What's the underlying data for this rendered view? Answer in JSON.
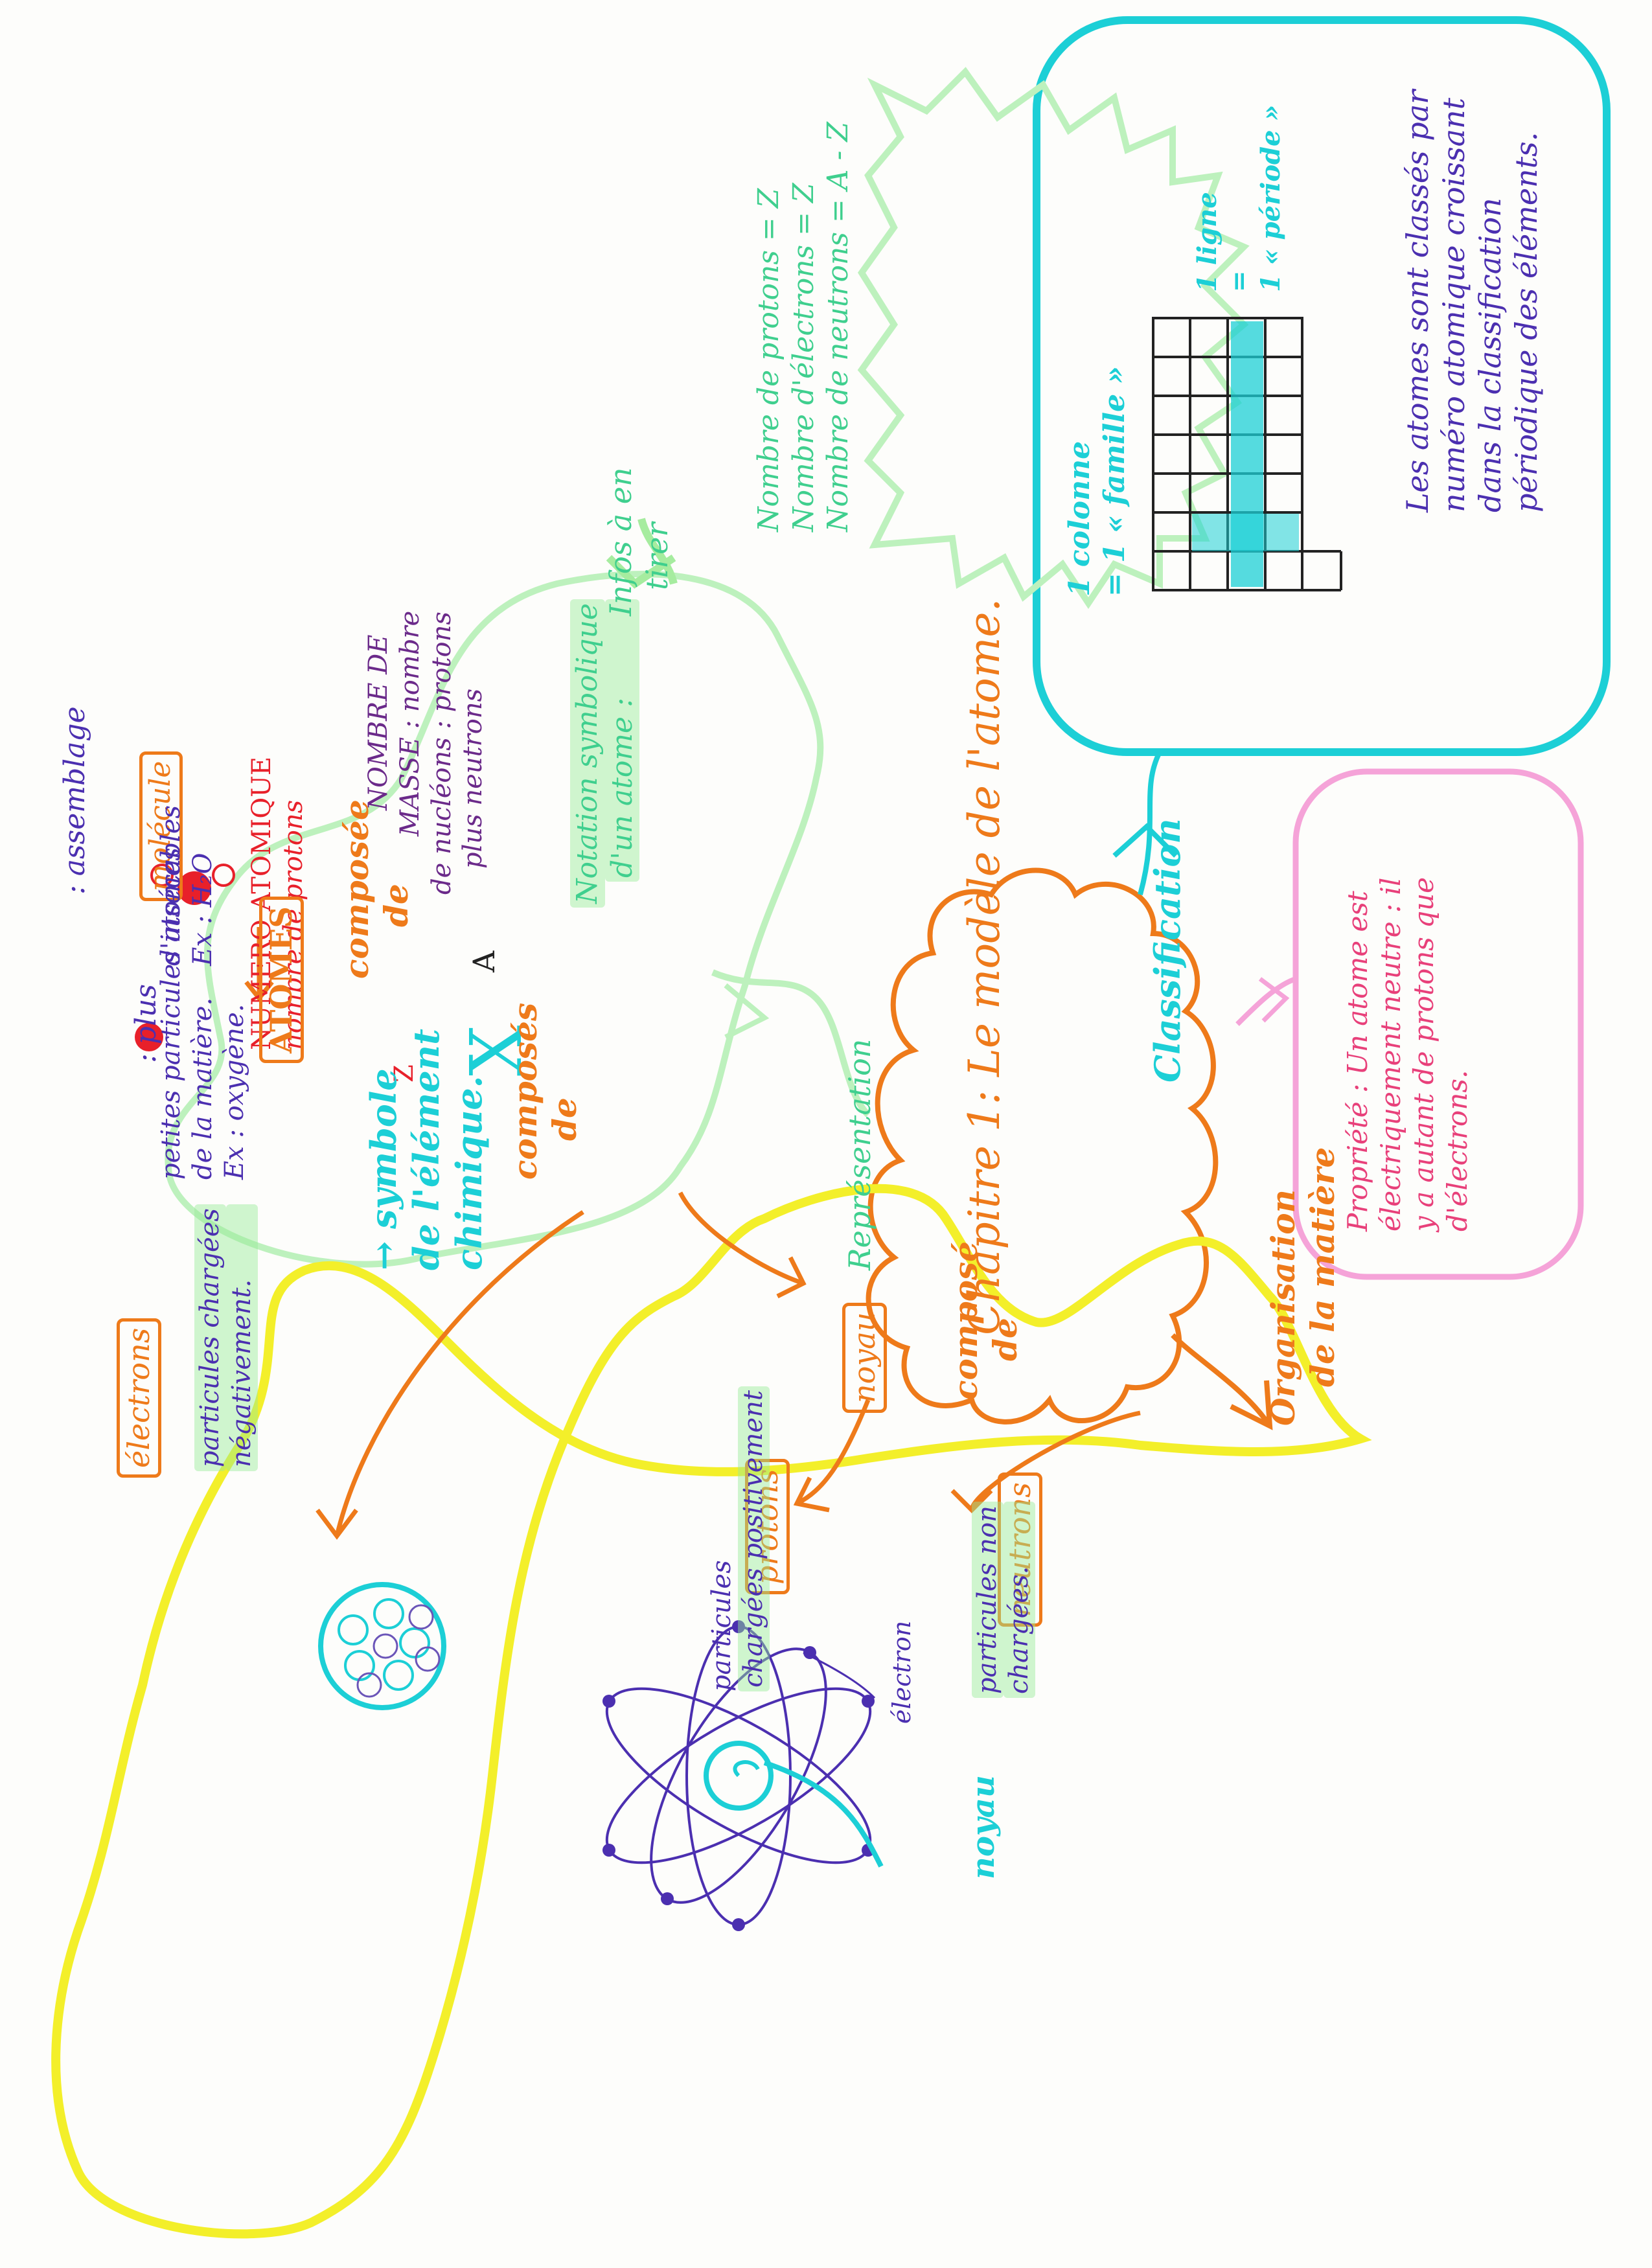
{
  "title": "Chapitre 1: Le modèle de l'atome.",
  "colors": {
    "orange": "#ee7a1a",
    "cyan": "#1ccfd6",
    "green": "#9bea9b",
    "pink": "#f5a3d8",
    "yellow": "#f3ef2a",
    "purple": "#4b2fb0",
    "red": "#e8202a"
  },
  "branches": {
    "classification": "Classification",
    "representation": "Représentation",
    "organisation_line1": "Organisation",
    "organisation_line2": "de la matière"
  },
  "classification": {
    "line1": "Les atomes sont classés par",
    "line2": "numéro atomique croissant",
    "line3": "dans la classification",
    "line4": "périodique des éléments.",
    "row_label_1": "1 ligne",
    "row_label_2": "=",
    "row_label_3": "1 « période »",
    "col_label_1": "1 colonne",
    "col_label_2": "= 1 « famille »"
  },
  "propriete": {
    "line1": "Propriété : Un atome est",
    "line2": "électriquement neutre : il",
    "line3": "y a autant de protons que",
    "line4": "d'électrons."
  },
  "notation": {
    "title_line1": "Notation symbolique",
    "title_line2": "d'un atome :",
    "A": "A",
    "Z": "Z",
    "X": "X",
    "symbole_line1": "→ symbole",
    "symbole_line2": "de l'élément",
    "symbole_line3": "chimique.",
    "masse_line1": "NOMBRE DE",
    "masse_line2": "MASSE : nombre",
    "masse_line3": "de nucléons : protons",
    "masse_line4": "plus neutrons",
    "numero_line1": "NUMERO ATOMIQUE",
    "numero_line2": "nombre de protons",
    "infos_line1": "Infos à en",
    "infos_line2": "tirer",
    "protons": "Nombre de protons = Z",
    "electrons": "Nombre d'électrons = Z",
    "neutrons": "Nombre de neutrons = A - Z"
  },
  "organisation": {
    "molecule": "molécule",
    "molecule_def_1": ": assemblage",
    "molecule_def_2": "d'atomes",
    "molecule_ex": "Ex : H₂O",
    "composee_1": "composée",
    "composee_2": "de",
    "atomes": "ATOMES",
    "atomes_def_1": ": plus",
    "atomes_def_2": "petites particules insécables",
    "atomes_def_3": "de la matière.",
    "atomes_ex": "Ex : oxygène.",
    "composes_1": "composés",
    "composes_2": "de",
    "noyau": "noyau",
    "noyau_compose_1": "composé",
    "noyau_compose_2": "de",
    "electrons": "électrons",
    "electrons_def_1": "particules chargées",
    "electrons_def_2": "négativement.",
    "neutrons": "neutrons",
    "neutrons_def_1": "particules non",
    "neutrons_def_2": "chargées.",
    "protons": "protons",
    "protons_def_1": "particules",
    "protons_def_2": "chargées positivement",
    "label_noyau": "noyau",
    "label_electron": "électron"
  }
}
